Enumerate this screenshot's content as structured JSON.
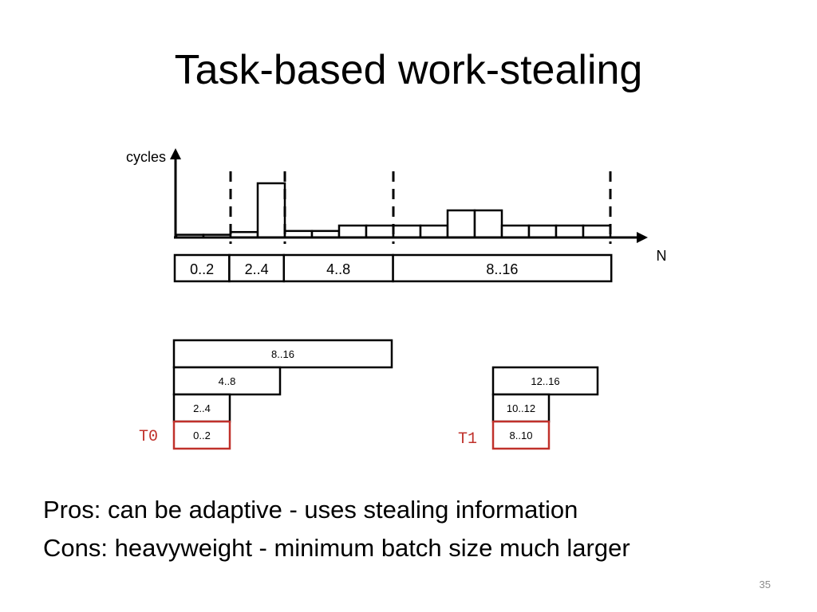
{
  "title": "Task-based work-stealing",
  "chart": {
    "y_axis_label": "cycles",
    "x_axis_label": "N",
    "bar_heights": [
      0.05,
      0.05,
      0.1,
      1.0,
      0.12,
      0.12,
      0.22,
      0.22,
      0.22,
      0.22,
      0.5,
      0.5,
      0.22,
      0.22,
      0.22,
      0.22
    ],
    "ranges": [
      {
        "label": "0..2",
        "start": 0,
        "end": 2
      },
      {
        "label": "2..4",
        "start": 2,
        "end": 4
      },
      {
        "label": "4..8",
        "start": 4,
        "end": 8
      },
      {
        "label": "8..16",
        "start": 8,
        "end": 16
      }
    ]
  },
  "deques": [
    {
      "thread": "T0",
      "tasks": [
        {
          "label": "8..16",
          "highlight": false
        },
        {
          "label": "4..8",
          "highlight": false
        },
        {
          "label": "2..4",
          "highlight": false
        },
        {
          "label": "0..2",
          "highlight": true
        }
      ]
    },
    {
      "thread": "T1",
      "tasks": [
        {
          "label": "12..16",
          "highlight": false
        },
        {
          "label": "10..12",
          "highlight": false
        },
        {
          "label": "8..10",
          "highlight": true
        }
      ]
    }
  ],
  "pros": "Pros: can be adaptive - uses stealing information",
  "cons": "Cons: heavyweight - minimum batch size much larger",
  "page_number": "35",
  "colors": {
    "highlight": "#c0312b",
    "line": "#000000",
    "page_number": "#8c8c8c"
  }
}
